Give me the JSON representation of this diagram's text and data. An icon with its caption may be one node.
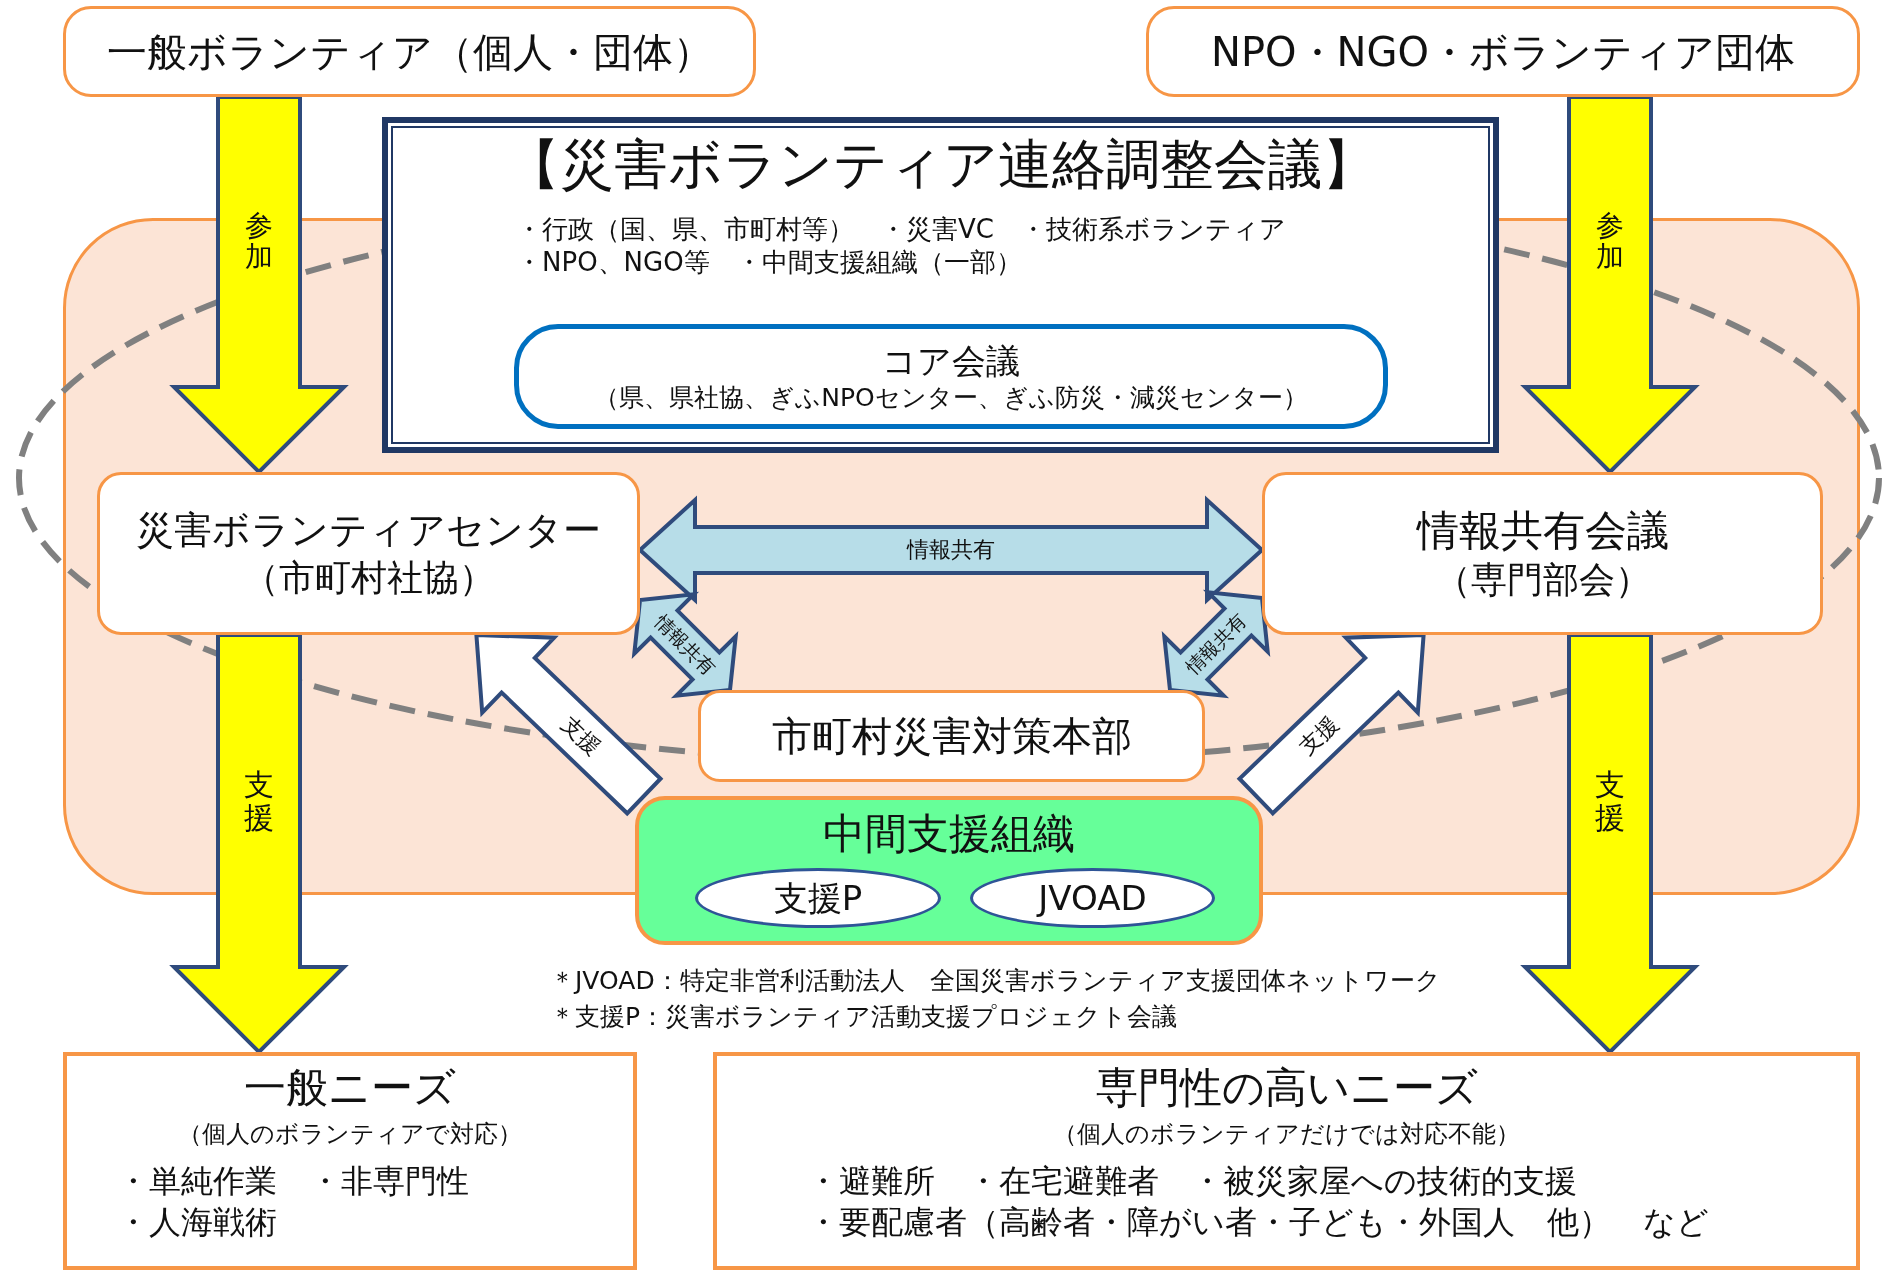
{
  "diagram": {
    "nodes": [
      {
        "text": [
          "一般ボランティア（個人・団体）"
        ]
      },
      {
        "text": [
          "NPO・NGO・ボランティア団体"
        ]
      },
      {
        "text": [
          "【災害ボランティア連絡調整会議】",
          "・行政（国、県、市町村等）　・災害VC　・技術系ボランティア",
          "・NPO、NGO等　・中間支援組織（一部）"
        ]
      },
      {
        "text": [
          "コア会議",
          "（県、県社協、ぎふNPOセンター、ぎふ防災・減災センター）"
        ],
        "in": 2
      },
      {
        "text": [
          "災害ボランティアセンター",
          "（市町村社協）"
        ]
      },
      {
        "text": [
          "情報共有会議",
          "（専門部会）"
        ]
      },
      {
        "text": [
          "市町村災害対策本部"
        ]
      },
      {
        "text": [
          "中間支援組織"
        ]
      },
      {
        "text": [
          "支援P"
        ],
        "in": 7
      },
      {
        "text": [
          "JVOAD"
        ],
        "in": 7
      },
      {
        "text": [
          "一般ニーズ",
          "（個人のボランティアで対応）",
          "・単純作業　・非専門性",
          "・人海戦術"
        ]
      },
      {
        "text": [
          "専門性の高いニーズ",
          "（個人のボランティアだけでは対応不能）",
          "・避難所　・在宅避難者　・被災家屋への技術的支援",
          "・要配慮者（高齢者・障がい者・子ども・外国人　他）　など"
        ]
      }
    ],
    "edges": [
      {
        "from": 0,
        "to": 4,
        "arrow": "to",
        "label": "参加",
        "style": "thick"
      },
      {
        "from": 1,
        "to": 5,
        "arrow": "to",
        "label": "参加",
        "style": "thick"
      },
      {
        "from": 4,
        "to": 10,
        "arrow": "to",
        "label": "支援",
        "style": "thick"
      },
      {
        "from": 5,
        "to": 11,
        "arrow": "to",
        "label": "支援",
        "style": "thick"
      },
      {
        "from": 4,
        "to": 5,
        "arrow": "both",
        "label": "情報共有",
        "style": "thick",
        "color": "#b7dde8"
      },
      {
        "from": 4,
        "to": 6,
        "arrow": "both",
        "label": "情報共有",
        "style": "thick",
        "color": "#b7dde8"
      },
      {
        "from": 5,
        "to": 6,
        "arrow": "both",
        "label": "情報共有",
        "style": "thick",
        "color": "#b7dde8"
      },
      {
        "from": 7,
        "to": 4,
        "arrow": "to",
        "label": "支援",
        "style": "thick",
        "color": "#ffffff"
      },
      {
        "from": 7,
        "to": 5,
        "arrow": "to",
        "label": "支援",
        "style": "thick",
        "color": "#ffffff"
      }
    ],
    "labels": [
      "＊JVOAD：特定非営利活動法人　全国災害ボランティア支援団体ネットワーク",
      "＊支援P：災害ボランティア活動支援プロジェクト会議"
    ]
  }
}
